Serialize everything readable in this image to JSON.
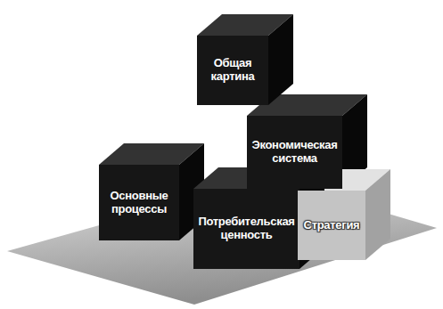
{
  "diagram": {
    "nodes": [
      {
        "text": [
          "Общая картина"
        ]
      },
      {
        "text": [
          "Экономическая система"
        ]
      },
      {
        "text": [
          "Основные процессы"
        ]
      },
      {
        "text": [
          "Потребительская ценность"
        ]
      },
      {
        "text": [
          "Стратегия"
        ]
      }
    ]
  }
}
